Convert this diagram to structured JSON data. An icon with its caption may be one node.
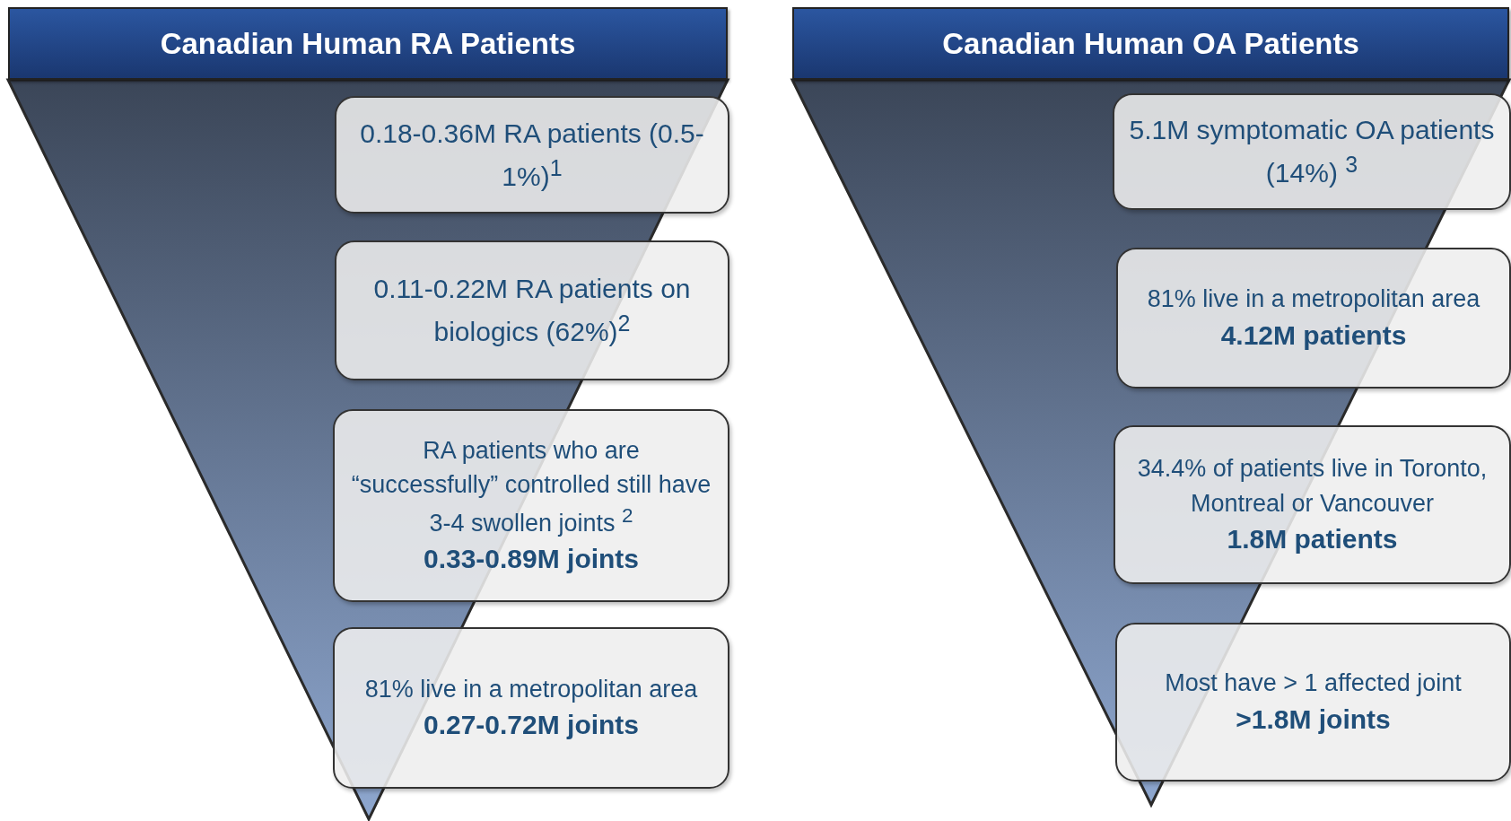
{
  "diagram": {
    "nodes": [
      {
        "text": [
          "Canadian Human RA Patients"
        ]
      },
      {
        "text": [
          "0.18-0.36M RA patients (0.5-1%)$^{1}$"
        ]
      },
      {
        "text": [
          "0.11-0.22M RA patients on biologics (62%)$^{2}$"
        ]
      },
      {
        "text": [
          "RA patients who are “successfully” controlled still have 3-4 swollen joints $^{2}$",
          "0.33-0.89M joints"
        ]
      },
      {
        "text": [
          "81% live in a metropolitan area",
          "0.27-0.72M joints"
        ]
      },
      {
        "text": [
          "Canadian Human OA Patients"
        ]
      },
      {
        "text": [
          "5.1M symptomatic OA patients (14%) $^{3}$"
        ]
      },
      {
        "text": [
          "81% live in a metropolitan area",
          "4.12M patients"
        ]
      },
      {
        "text": [
          "34.4% of patients live in Toronto, Montreal or Vancouver",
          "1.8M patients"
        ]
      },
      {
        "text": [
          "Most have > 1 affected joint",
          ">1.8M joints"
        ]
      }
    ],
    "edges": []
  }
}
